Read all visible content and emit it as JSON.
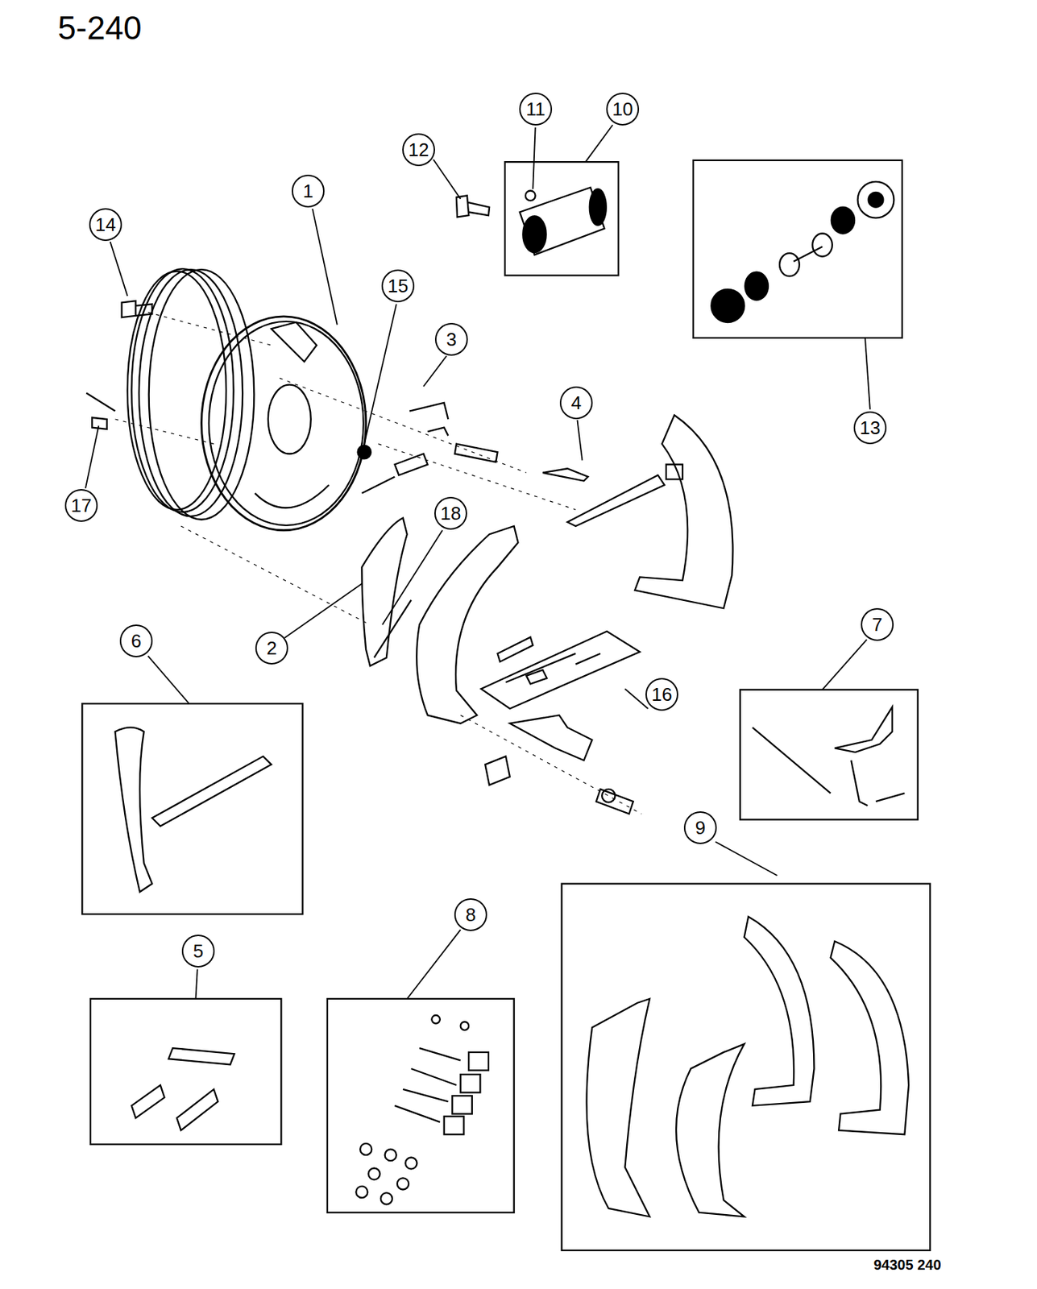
{
  "diagram": {
    "nodes": [
      {
        "text": [
          "11"
        ]
      },
      {
        "text": [
          "10"
        ]
      },
      {
        "text": [
          "12"
        ]
      },
      {
        "text": [
          "1"
        ]
      },
      {
        "text": [
          "14"
        ]
      },
      {
        "text": [
          "15"
        ]
      },
      {
        "text": [
          "3"
        ]
      },
      {
        "text": [
          "4"
        ]
      },
      {
        "text": [
          "13"
        ]
      },
      {
        "text": [
          "17"
        ]
      },
      {
        "text": [
          "18"
        ]
      },
      {
        "text": [
          "7"
        ]
      },
      {
        "text": [
          "6"
        ]
      },
      {
        "text": [
          "2"
        ]
      },
      {
        "text": [
          "16"
        ]
      },
      {
        "text": [
          "9"
        ]
      },
      {
        "text": [
          "8"
        ]
      },
      {
        "text": [
          "5"
        ]
      }
    ],
    "edges": [],
    "labels": [
      "5-240",
      "94305 240"
    ]
  }
}
